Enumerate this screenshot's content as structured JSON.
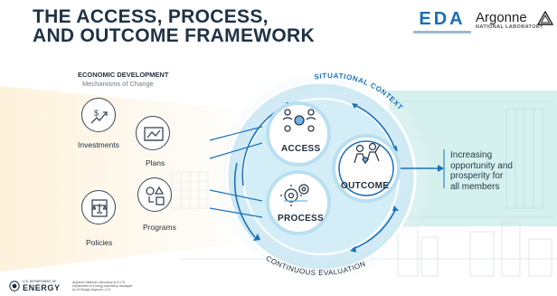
{
  "header": {
    "title_line1": "THE ACCESS, PROCESS,",
    "title_line2": "AND OUTCOME FRAMEWORK",
    "logo_eda": "EDA",
    "logo_argonne": "Argonne",
    "logo_argonne_sub": "NATIONAL LABORATORY"
  },
  "mechanisms": {
    "title": "ECONOMIC DEVELOPMENT",
    "subtitle": "Mechanisms of Change",
    "items": [
      {
        "label": "Investments",
        "icon": "investments-icon"
      },
      {
        "label": "Plans",
        "icon": "plans-icon"
      },
      {
        "label": "Policies",
        "icon": "policies-icon"
      },
      {
        "label": "Programs",
        "icon": "programs-icon"
      }
    ]
  },
  "framework": {
    "access": "ACCESS",
    "process": "PROCESS",
    "outcome": "OUTCOME",
    "situational_context": "SITUATIONAL CONTEXT",
    "continuous_evaluation": "CONTINUOUS EVALUATION"
  },
  "result": {
    "text_line1": "Increasing",
    "text_line2": "opportunity and",
    "text_line3": "prosperity for",
    "text_line4": "all members"
  },
  "footer": {
    "doe_small": "U.S. DEPARTMENT OF",
    "doe": "ENERGY",
    "note": "Argonne National Laboratory is a U.S. Department of Energy laboratory managed by UChicago Argonne, LLC."
  },
  "colors": {
    "accent_blue": "#1a72b8",
    "dark_outline": "#3a4856",
    "light_teal": "#d6f0ee",
    "glow_yellow": "#fbe9c8"
  }
}
